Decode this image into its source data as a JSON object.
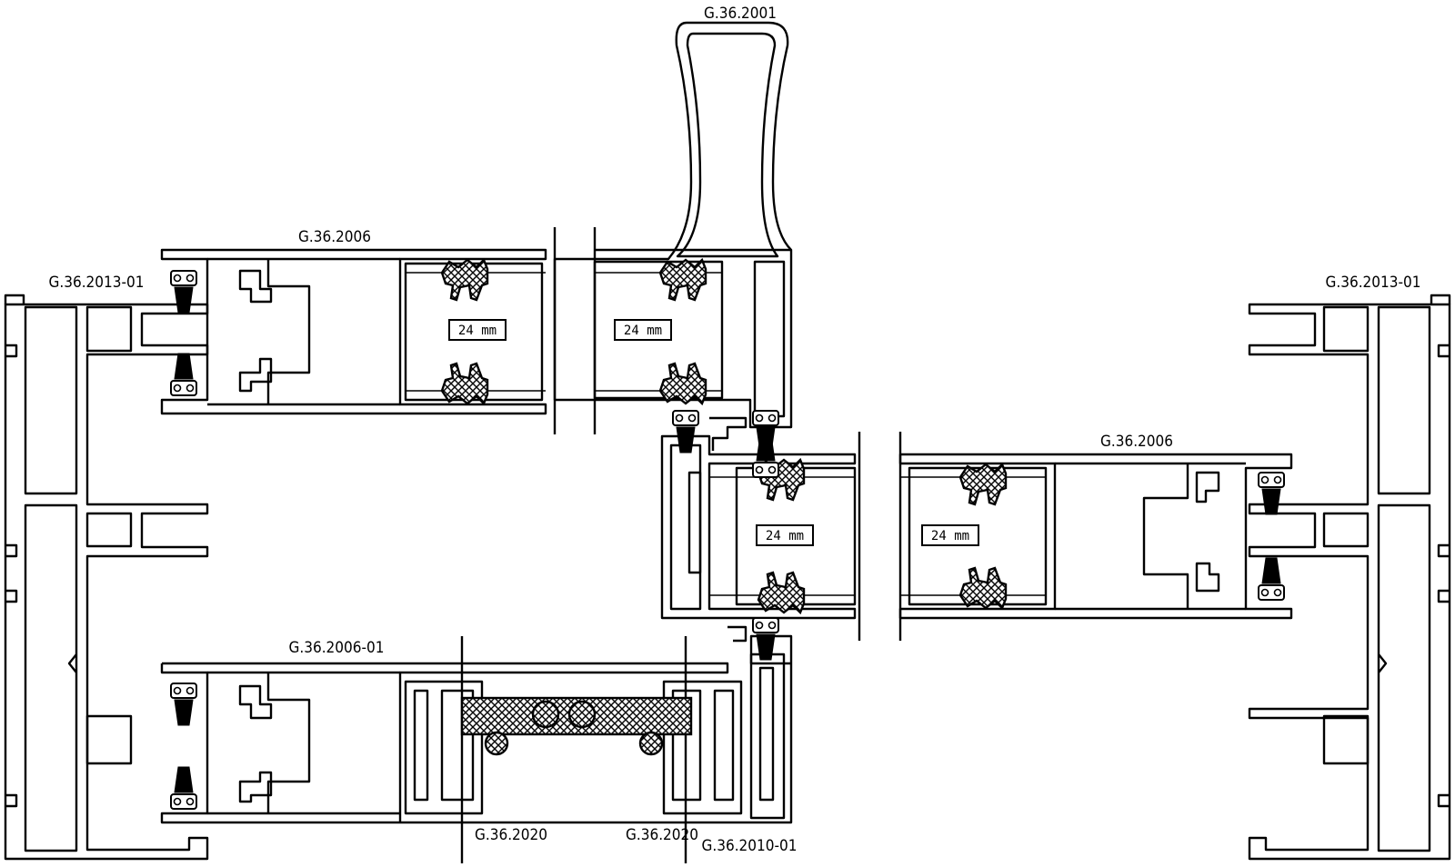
{
  "title": "",
  "part_labels": {
    "handle_top": "G.36.2001",
    "sash_top": "G.36.2006",
    "frame_left": "G.36.2013-01",
    "frame_right": "G.36.2013-01",
    "sash_right": "G.36.2006",
    "sash_bottom": "G.36.2006-01",
    "adapter_left": "G.36.2020",
    "adapter_right": "G.36.2020",
    "interlock": "G.36.2010-01"
  },
  "glazing": {
    "top_left": "24 mm",
    "top_right": "24 mm",
    "middle_left": "24 mm",
    "middle_right": "24 mm"
  }
}
